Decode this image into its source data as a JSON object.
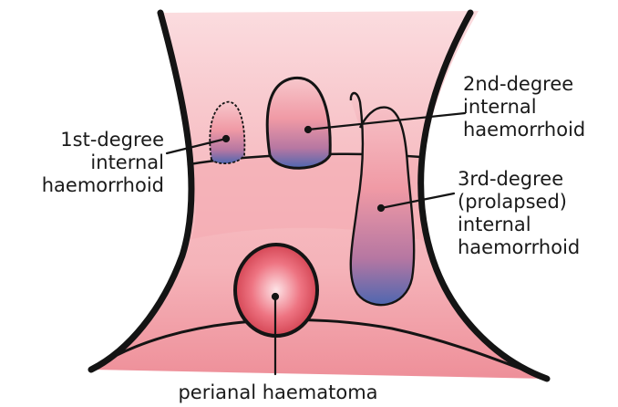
{
  "labels": {
    "first_degree": [
      "1st-degree",
      "internal",
      "haemorrhoid"
    ],
    "second_degree": [
      "2nd-degree",
      "internal",
      "haemorrhoid"
    ],
    "third_degree": [
      "3rd-degree",
      "(prolapsed)",
      "internal",
      "haemorrhoid"
    ],
    "perianal": "perianal haematoma"
  },
  "colors": {
    "canal_pink": "#f6b9bf",
    "lining_pink": "#f7c9cd",
    "lesion_red": "#e8505e",
    "lesion_light": "#fbd7da",
    "venous_blue": "#5a72b8",
    "outline": "#141414"
  }
}
